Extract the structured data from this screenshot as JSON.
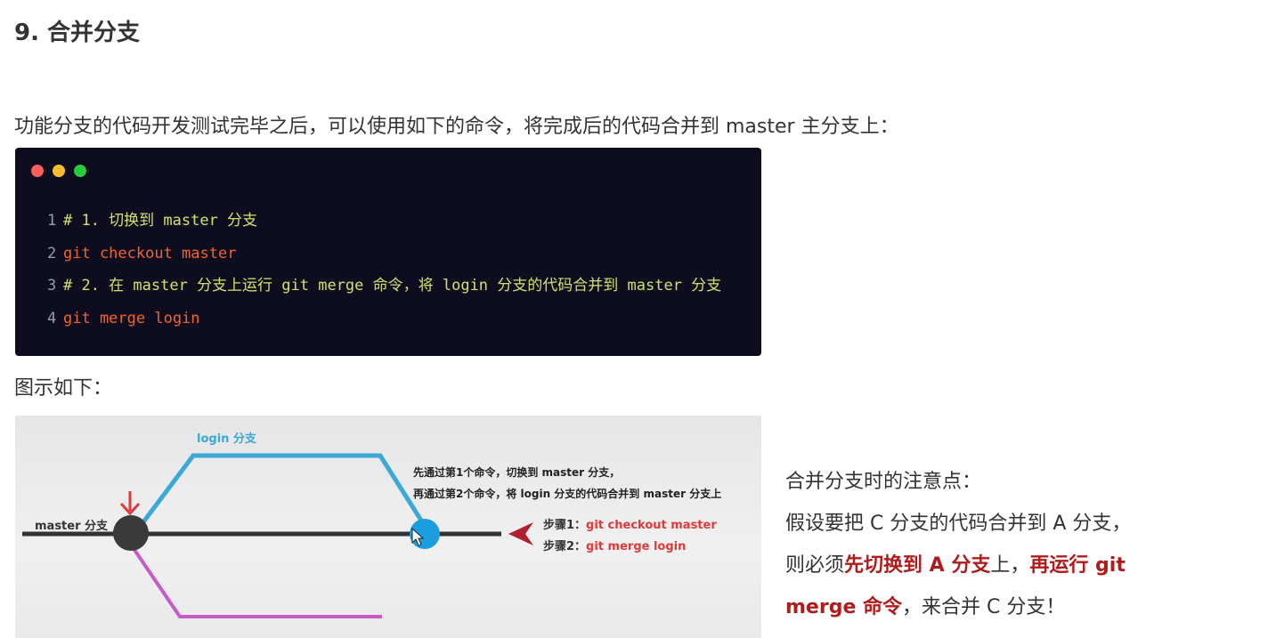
{
  "heading": "9. 合并分支",
  "intro": "功能分支的代码开发测试完毕之后，可以使用如下的命令，将完成后的代码合并到 master 主分支上：",
  "code_block": {
    "dots": [
      "#ff5f56",
      "#ffbd2e",
      "#27c93f"
    ],
    "lines": [
      {
        "number": "1",
        "text": "# 1. 切换到 master 分支",
        "color": "#d4e06a"
      },
      {
        "number": "2",
        "text": "git checkout master",
        "color": "#f0642e"
      },
      {
        "number": "3",
        "text": "# 2. 在 master 分支上运行 git merge 命令，将 login 分支的代码合并到 master 分支",
        "color": "#d4e06a"
      },
      {
        "number": "4",
        "text": "git merge login",
        "color": "#f0642e"
      }
    ]
  },
  "caption": "图示如下：",
  "diagram": {
    "login_label": "login 分支",
    "master_label": "master 分支",
    "step_note_1": "先通过第1个命令，切换到 master 分支，",
    "step_note_2": "再通过第2个命令，将 login 分支的代码合并到 master 分支上",
    "step1_label": "步骤1：",
    "step1_cmd": "git checkout master",
    "step2_label": "步骤2：",
    "step2_cmd": "git merge login",
    "colors": {
      "login_branch": "#3aa8d8",
      "master_branch": "#333333",
      "other_branch": "#c85ac8",
      "marker": "#e03a3a",
      "command": "#e03a3a"
    }
  },
  "note": {
    "title": "合并分支时的注意点：",
    "line2": "假设要把 C 分支的代码合并到 A 分支，",
    "line3_prefix": "则必须",
    "line3_em1": "先切换到 A 分支",
    "line3_mid": "上，",
    "line3_em2": "再运行 git",
    "line4_em": "merge 命令",
    "line4_suffix": "，来合并 C 分支！"
  }
}
